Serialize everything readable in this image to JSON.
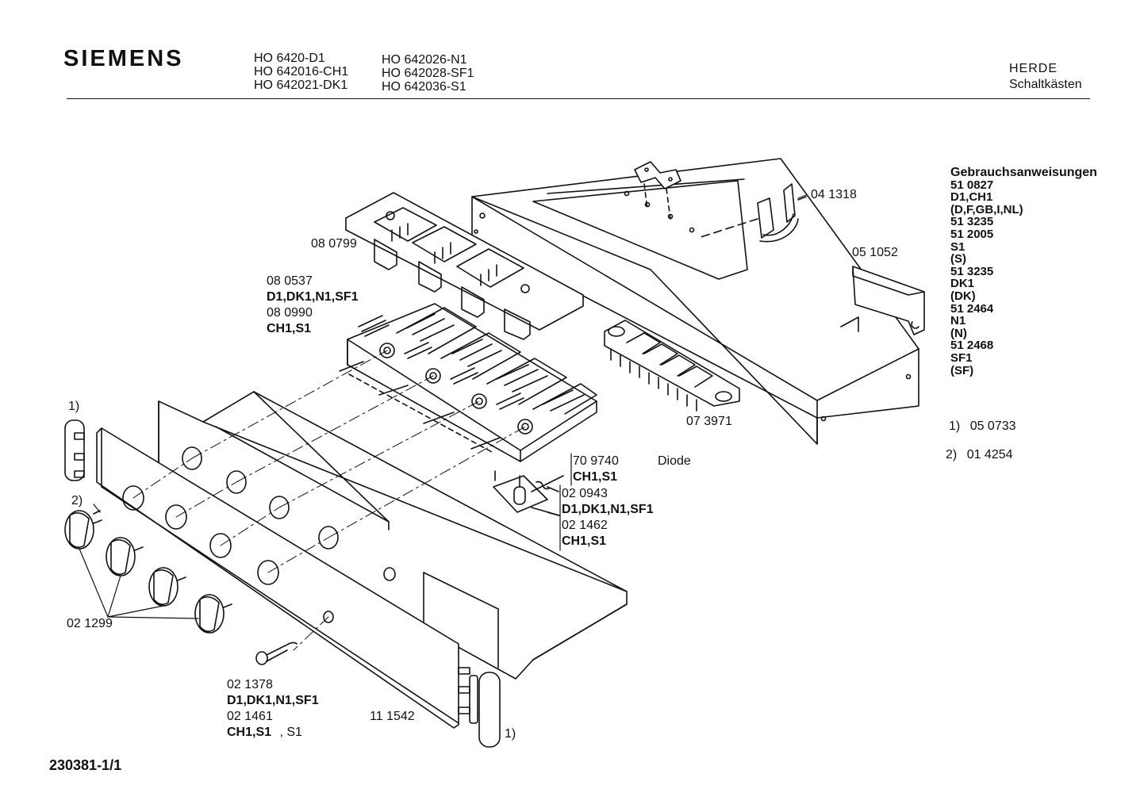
{
  "header": {
    "brand": "SIEMENS",
    "models_left": [
      "HO 6420-D1",
      "HO 642016-CH1",
      "HO 642021-DK1"
    ],
    "models_right": [
      "HO 642026-N1",
      "HO 642028-SF1",
      "HO 642036-S1"
    ],
    "category": "HERDE",
    "subcategory": "Schaltkästen"
  },
  "manuals": {
    "title": "Gebrauchsanweisungen",
    "entries": [
      "51 0827",
      "D1,CH1",
      "(D,F,GB,I,NL)",
      "51 3235",
      "51 2005",
      "S1",
      "(S)",
      "51 3235",
      "DK1",
      "(DK)",
      "51 2464",
      "N1",
      "(N)",
      "51 2468",
      "SF1",
      "(SF)"
    ]
  },
  "footnotes": [
    {
      "marker": "1)",
      "part": "05 0733"
    },
    {
      "marker": "2)",
      "part": "01 4254"
    }
  ],
  "parts": {
    "p041318": "04 1318",
    "p080799": "08 0799",
    "p051052": "05 1052",
    "p080537": "08 0537",
    "p080537_var": "D1,DK1,N1,SF1",
    "p080990": "08 0990",
    "p080990_var": "CH1,S1",
    "p073971": "07 3971",
    "p709740": "70 9740",
    "p709740_var": "CH1,S1",
    "diode": "Diode",
    "p020943": "02 0943",
    "p020943_var": "D1,DK1,N1,SF1",
    "p021462": "02 1462",
    "p021462_var": "CH1,S1",
    "p021299": "02 1299",
    "p021378": "02 1378",
    "p021378_var": "D1,DK1,N1,SF1",
    "p021461": "02 1461",
    "p021461_var": "CH1,S1",
    "p021461_var2": ", S1",
    "p111542": "11 1542",
    "ref1_left": "1)",
    "ref2_left": "2)",
    "ref1_right": "1)"
  },
  "document_number": "230381-1/1"
}
